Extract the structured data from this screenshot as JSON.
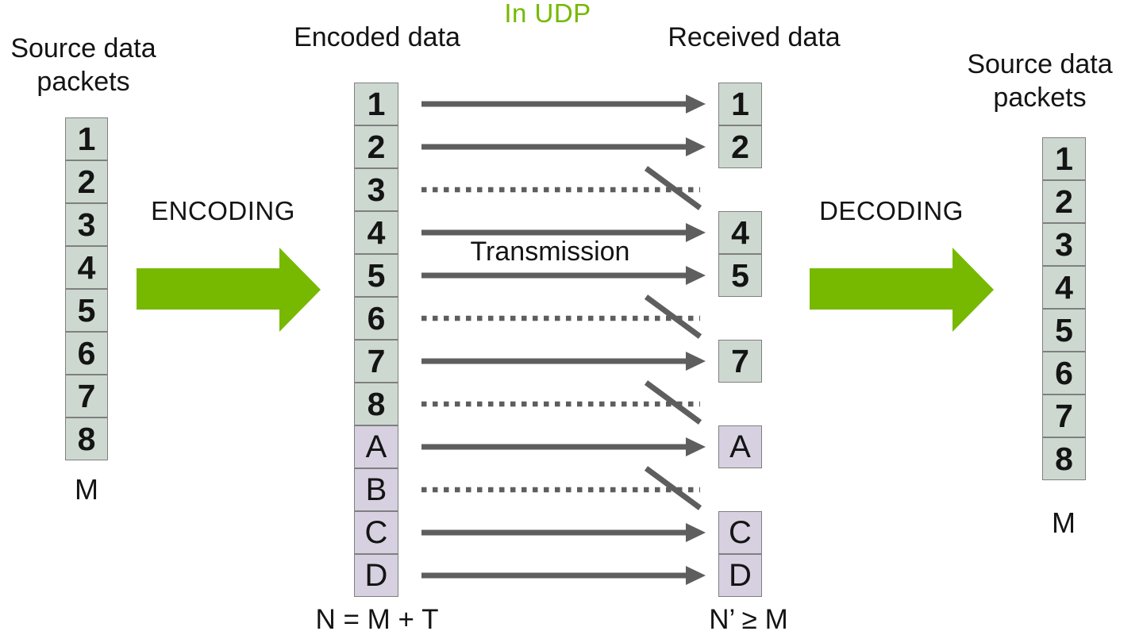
{
  "colors": {
    "accent_green": "#76b900",
    "packet_data_fill": "#cdd9d0",
    "packet_fec_fill": "#d6d0e0",
    "packet_border": "#7f7f7f",
    "arrow_gray": "#5e5e5e",
    "text": "#141414"
  },
  "header": {
    "in_udp": "In UDP"
  },
  "left_source": {
    "title_line1": "Source data",
    "title_line2": "packets",
    "packets": [
      "1",
      "2",
      "3",
      "4",
      "5",
      "6",
      "7",
      "8"
    ],
    "count_label": "M"
  },
  "encoding": {
    "label": "ENCODING"
  },
  "encoded": {
    "title": "Encoded data",
    "packets": [
      {
        "label": "1",
        "kind": "data"
      },
      {
        "label": "2",
        "kind": "data"
      },
      {
        "label": "3",
        "kind": "data"
      },
      {
        "label": "4",
        "kind": "data"
      },
      {
        "label": "5",
        "kind": "data"
      },
      {
        "label": "6",
        "kind": "data"
      },
      {
        "label": "7",
        "kind": "data"
      },
      {
        "label": "8",
        "kind": "data"
      },
      {
        "label": "A",
        "kind": "fec"
      },
      {
        "label": "B",
        "kind": "fec"
      },
      {
        "label": "C",
        "kind": "fec"
      },
      {
        "label": "D",
        "kind": "fec"
      }
    ],
    "count_label": "N = M + T"
  },
  "transmission": {
    "label": "Transmission",
    "rows": [
      {
        "packet": "1",
        "status": "delivered"
      },
      {
        "packet": "2",
        "status": "delivered"
      },
      {
        "packet": "3",
        "status": "lost"
      },
      {
        "packet": "4",
        "status": "delivered"
      },
      {
        "packet": "5",
        "status": "delivered"
      },
      {
        "packet": "6",
        "status": "lost"
      },
      {
        "packet": "7",
        "status": "delivered"
      },
      {
        "packet": "8",
        "status": "lost"
      },
      {
        "packet": "A",
        "status": "delivered"
      },
      {
        "packet": "B",
        "status": "lost"
      },
      {
        "packet": "C",
        "status": "delivered"
      },
      {
        "packet": "D",
        "status": "delivered"
      }
    ]
  },
  "received": {
    "title": "Received data",
    "packets": [
      {
        "label": "1",
        "kind": "data",
        "row": 0
      },
      {
        "label": "2",
        "kind": "data",
        "row": 1
      },
      {
        "label": "4",
        "kind": "data",
        "row": 3
      },
      {
        "label": "5",
        "kind": "data",
        "row": 4
      },
      {
        "label": "7",
        "kind": "data",
        "row": 6
      },
      {
        "label": "A",
        "kind": "fec",
        "row": 8
      },
      {
        "label": "C",
        "kind": "fec",
        "row": 10
      },
      {
        "label": "D",
        "kind": "fec",
        "row": 11
      }
    ],
    "count_label": "N’ ≥ M"
  },
  "decoding": {
    "label": "DECODING"
  },
  "right_source": {
    "title_line1": "Source data",
    "title_line2": "packets",
    "packets": [
      "1",
      "2",
      "3",
      "4",
      "5",
      "6",
      "7",
      "8"
    ],
    "count_label": "M"
  }
}
